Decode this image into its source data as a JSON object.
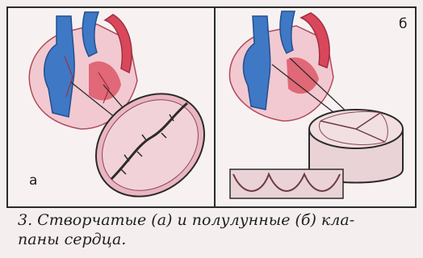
{
  "panels": {
    "a": {
      "label": "а"
    },
    "b": {
      "label": "б"
    }
  },
  "caption": {
    "line1": "3. Створчатые (а) и полулунные (б) кла-",
    "line2": "паны сердца."
  },
  "colors": {
    "vein_blue": "#3f78c4",
    "tissue_pink": "#e9b6c1",
    "heart_red": "#d9475a",
    "outline": "#2b2b2b"
  }
}
